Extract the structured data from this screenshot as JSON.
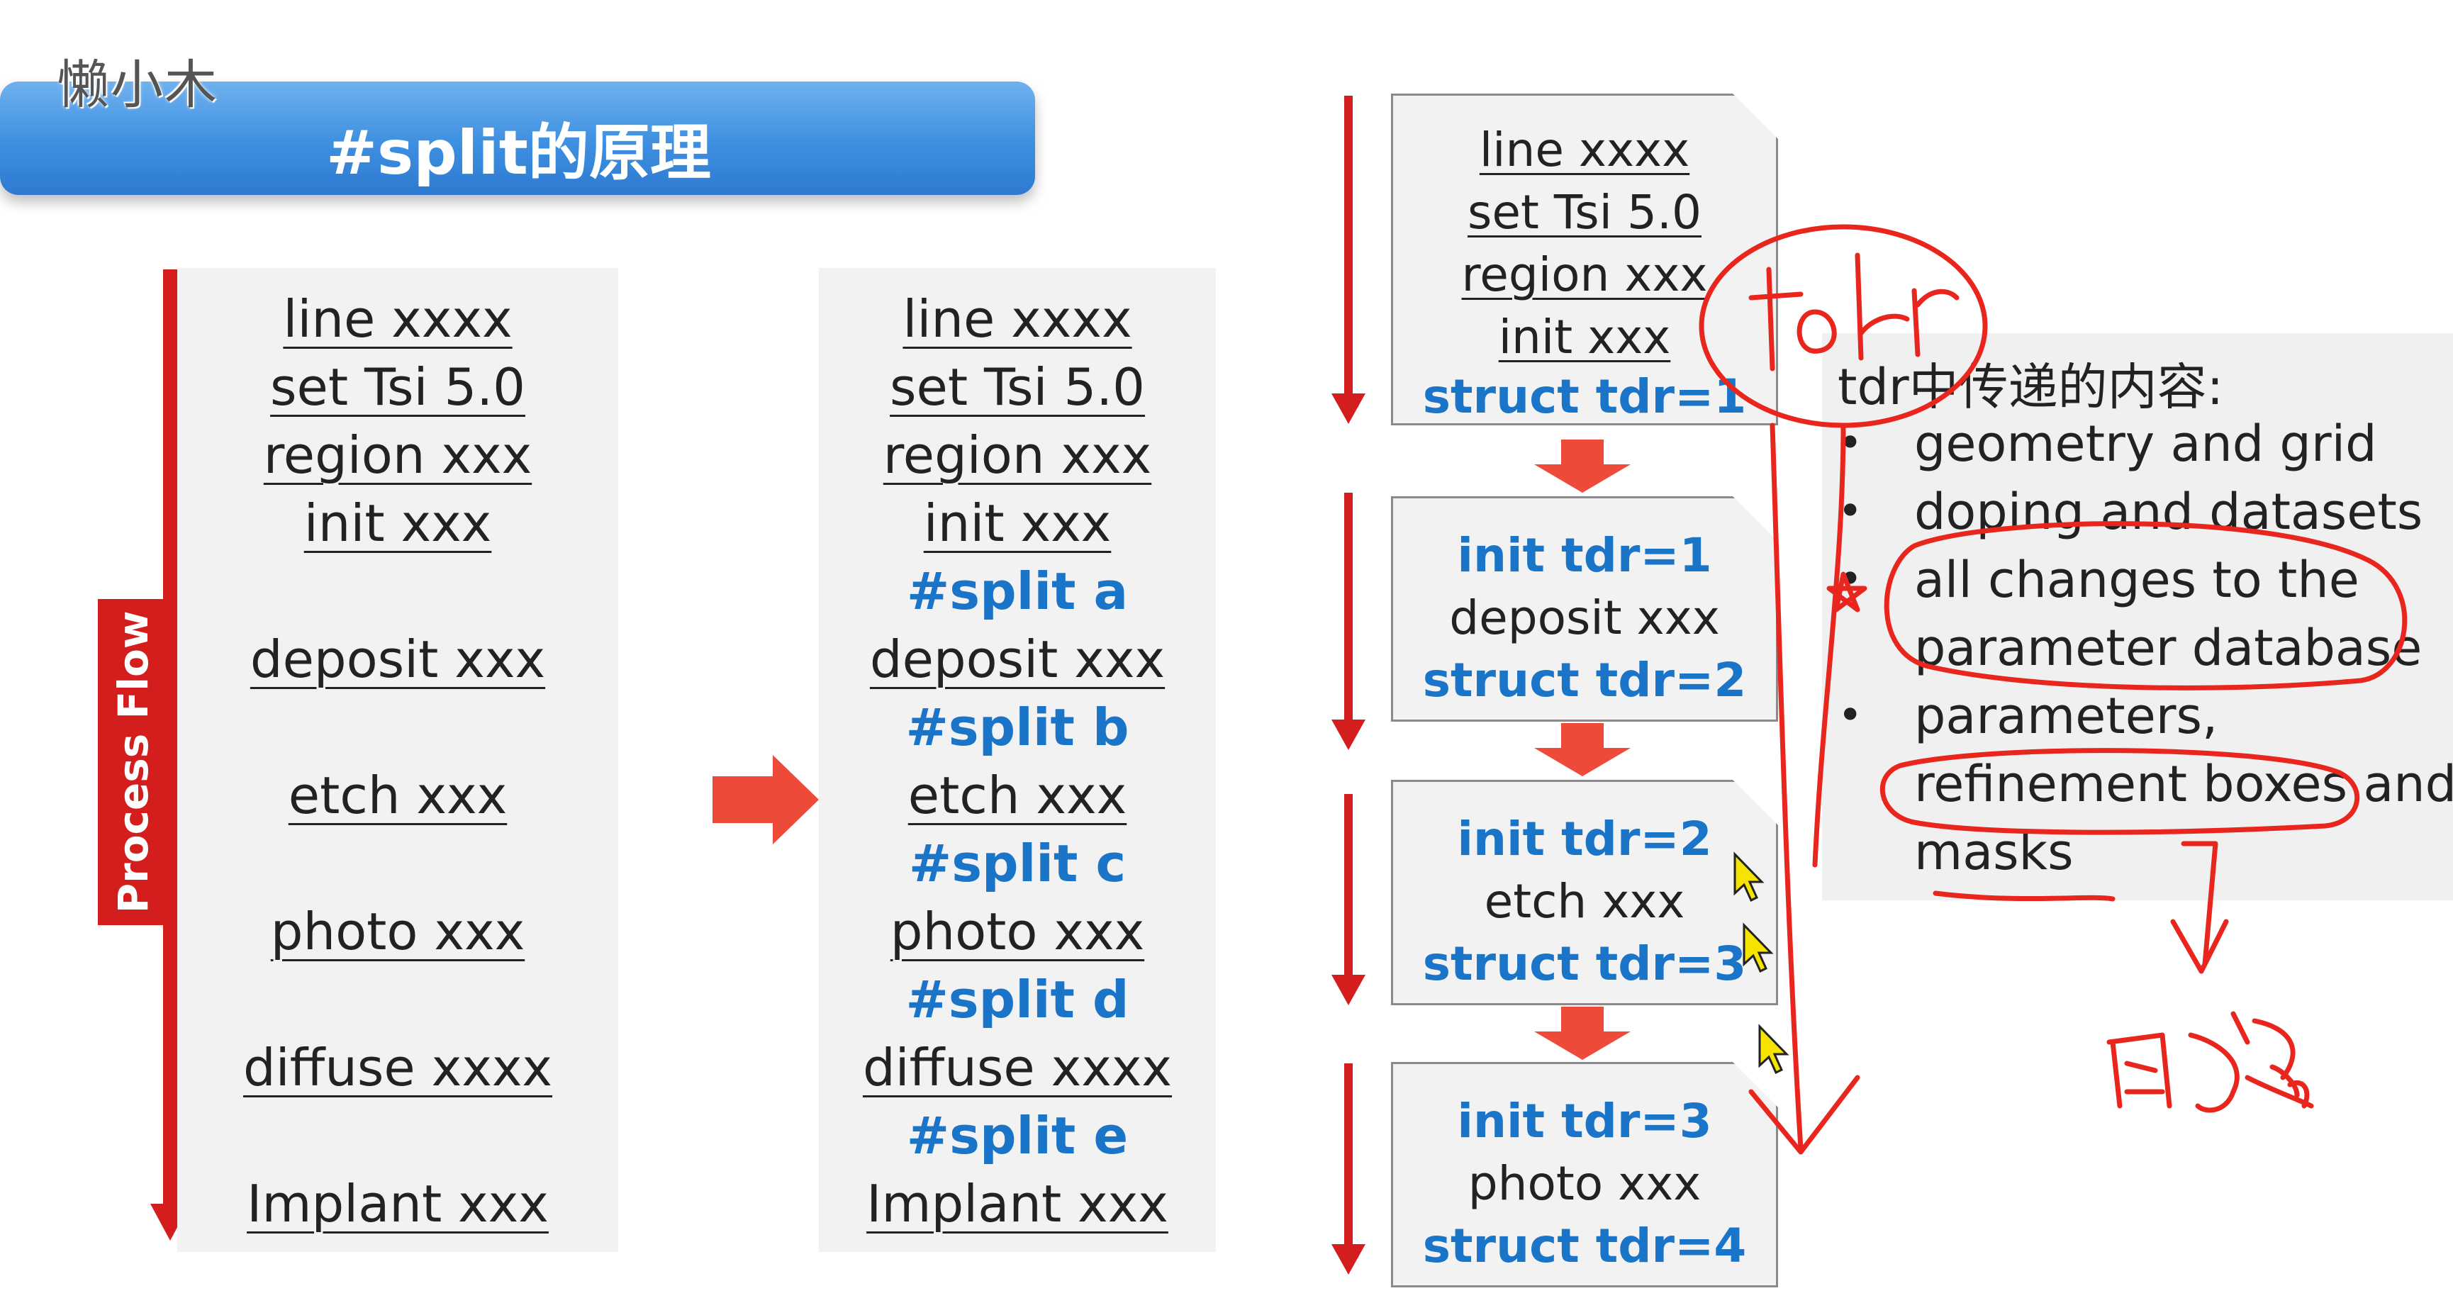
{
  "watermark": "懒小木",
  "title": "#split的原理",
  "process_flow_label": "Process Flow",
  "original_flow": [
    "line xxxx",
    "set  Tsi 5.0",
    "region xxx",
    "init xxx",
    "deposit xxx",
    "etch xxx",
    "photo xxx",
    "diffuse xxxx",
    "Implant xxx"
  ],
  "split_flow": [
    {
      "text": "line xxxx",
      "split": false
    },
    {
      "text": "set  Tsi 5.0",
      "split": false
    },
    {
      "text": "region xxx",
      "split": false
    },
    {
      "text": "init xxx",
      "split": false
    },
    {
      "text": "#split a",
      "split": true
    },
    {
      "text": "deposit xxx",
      "split": false
    },
    {
      "text": "#split b",
      "split": true
    },
    {
      "text": "etch xxx",
      "split": false
    },
    {
      "text": "#split c",
      "split": true
    },
    {
      "text": "photo xxx",
      "split": false
    },
    {
      "text": "#split d",
      "split": true
    },
    {
      "text": "diffuse xxxx",
      "split": false
    },
    {
      "text": "#split e",
      "split": true
    },
    {
      "text": "Implant xxx",
      "split": false
    }
  ],
  "step_boxes": [
    {
      "lines": [
        "line xxxx",
        "set  Tsi 5.0",
        "region xxx",
        "init xxx"
      ],
      "struct": "struct tdr=1"
    },
    {
      "init": "init tdr=1",
      "cmd": "deposit xxx",
      "struct": "struct tdr=2"
    },
    {
      "init": "init tdr=2",
      "cmd": "etch xxx",
      "struct": "struct tdr=3"
    },
    {
      "init": "init tdr=3",
      "cmd": "photo xxx",
      "struct": "struct tdr=4"
    }
  ],
  "tdr_info": {
    "heading": "tdr中传递的内容:",
    "bullets": [
      [
        "geometry and grid"
      ],
      [
        "doping and  datasets"
      ],
      [
        "all changes to the",
        "parameter database"
      ],
      [
        " parameters,",
        "refinement boxes and",
        "masks"
      ]
    ]
  },
  "colors": {
    "accent_red": "#d41e1e",
    "arrow_red": "#ee4a3a",
    "split_blue": "#1a74c8",
    "banner_blue": "#3d8fe0",
    "annotation_red": "#e8261e",
    "cursor_yellow": "#f5e300"
  },
  "icons": [
    "mouse-pointer-icon",
    "down-arrow-icon",
    "right-arrow-icon"
  ]
}
